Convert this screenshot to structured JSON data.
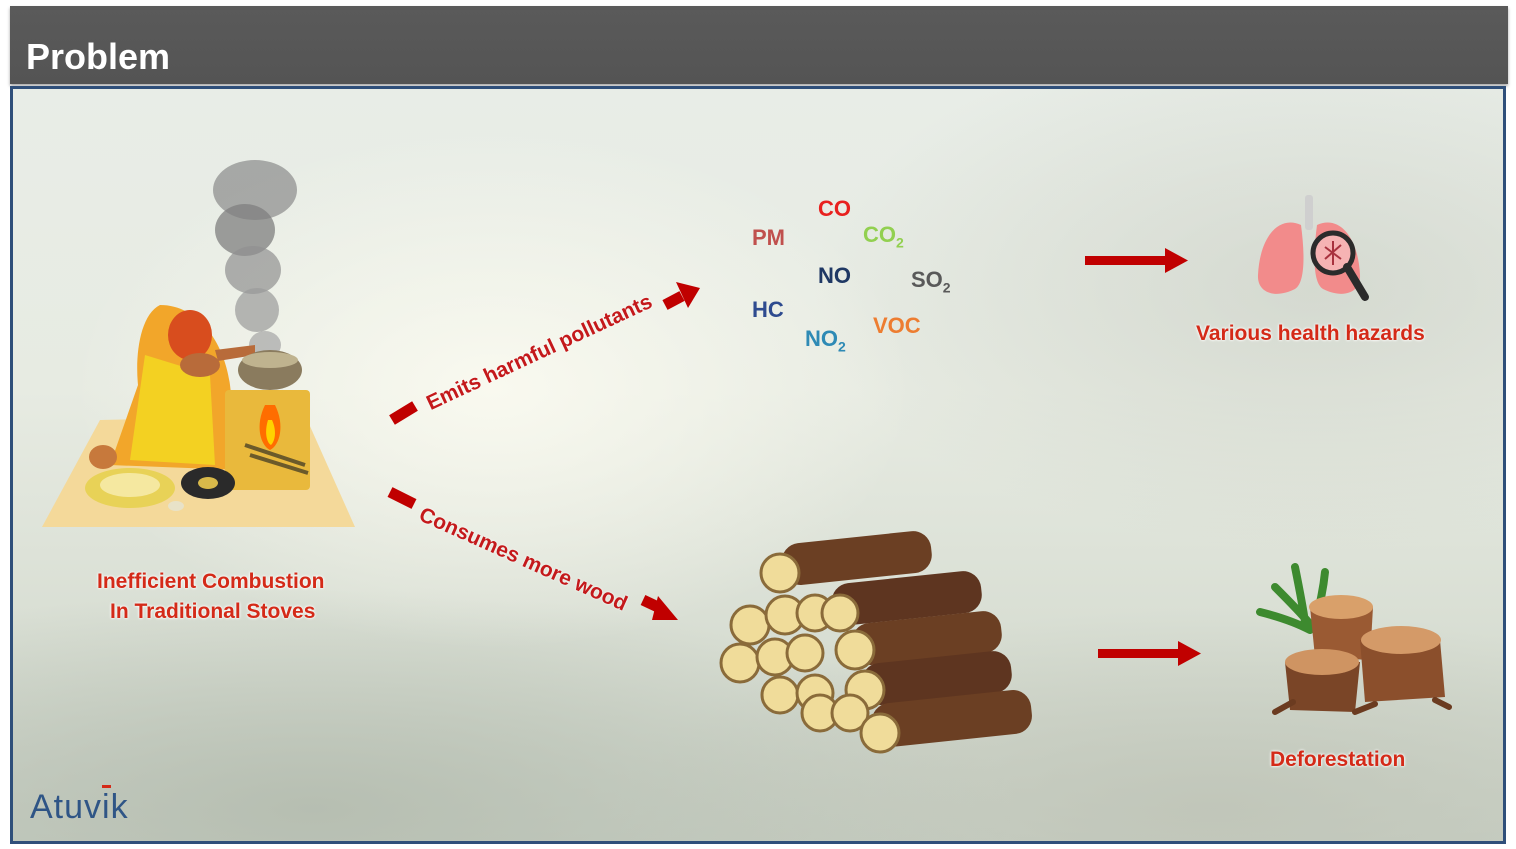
{
  "header": {
    "title": "Problem"
  },
  "source": {
    "caption_line1": "Inefficient Combustion",
    "caption_line2": "In Traditional Stoves"
  },
  "arrows": {
    "upper_label": "Emits harmful pollutants",
    "lower_label": "Consumes more wood"
  },
  "pollutants": [
    {
      "label": "CO",
      "sub": "",
      "color": "#e8211f"
    },
    {
      "label": "PM",
      "sub": "",
      "color": "#c0504d"
    },
    {
      "label": "CO",
      "sub": "2",
      "color": "#92d050"
    },
    {
      "label": "NO",
      "sub": "",
      "color": "#1f3864"
    },
    {
      "label": "SO",
      "sub": "2",
      "color": "#595959"
    },
    {
      "label": "HC",
      "sub": "",
      "color": "#2e4b8f"
    },
    {
      "label": "NO",
      "sub": "2",
      "color": "#2e8ab5"
    },
    {
      "label": "VOC",
      "sub": "",
      "color": "#ed7d31"
    }
  ],
  "outcomes": {
    "health": "Various health hazards",
    "deforestation": "Deforestation"
  },
  "logo": {
    "text_before": "Atuv",
    "text_i": "i",
    "text_after": "k"
  },
  "icons": [
    "smoke-icon",
    "woman-cooking-icon",
    "lungs-magnifier-icon",
    "wood-logs-icon",
    "tree-stumps-icon"
  ],
  "colors": {
    "header_bg": "#575757",
    "arrow": "#c00000",
    "label_red": "#d42a18",
    "border": "#2f4f7a"
  }
}
